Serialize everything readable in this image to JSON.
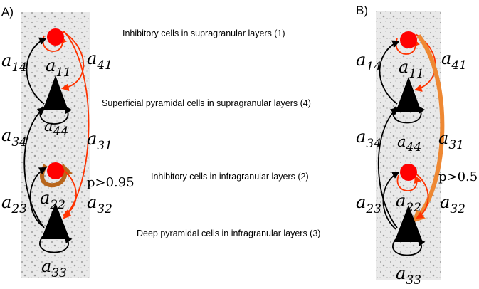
{
  "panels": [
    {
      "label": "A)"
    },
    {
      "label": "B)"
    }
  ],
  "layers": [
    {
      "label": "Inhibitory cells in supragranular layers (1)"
    },
    {
      "label": "Superficial pyramidal cells in supragranular  layers (4)"
    },
    {
      "label": "Inhibitory cells in infragranular layers (2)"
    },
    {
      "label": "Deep pyramidal cells in infragranular  layers (3)"
    }
  ],
  "params": {
    "a14": {
      "base": "a",
      "sub": "14"
    },
    "a11": {
      "base": "a",
      "sub": "11"
    },
    "a41": {
      "base": "a",
      "sub": "41"
    },
    "a44": {
      "base": "a",
      "sub": "44"
    },
    "a34": {
      "base": "a",
      "sub": "34"
    },
    "a31": {
      "base": "a",
      "sub": "31"
    },
    "a23": {
      "base": "a",
      "sub": "23"
    },
    "a22": {
      "base": "a",
      "sub": "22"
    },
    "a32": {
      "base": "a",
      "sub": "32"
    },
    "a33": {
      "base": "a",
      "sub": "33"
    }
  },
  "posteriors": {
    "panel_a": "p>0.95",
    "panel_b": "p>0.5"
  },
  "colors": {
    "inhibitory_cell": "#ff0000",
    "pyramidal_cell": "#000000",
    "excitatory_connection": "#000000",
    "inhibitory_connection": "#ff3300",
    "highlight_a": "#b8651b",
    "highlight_b": "#ee8833"
  }
}
